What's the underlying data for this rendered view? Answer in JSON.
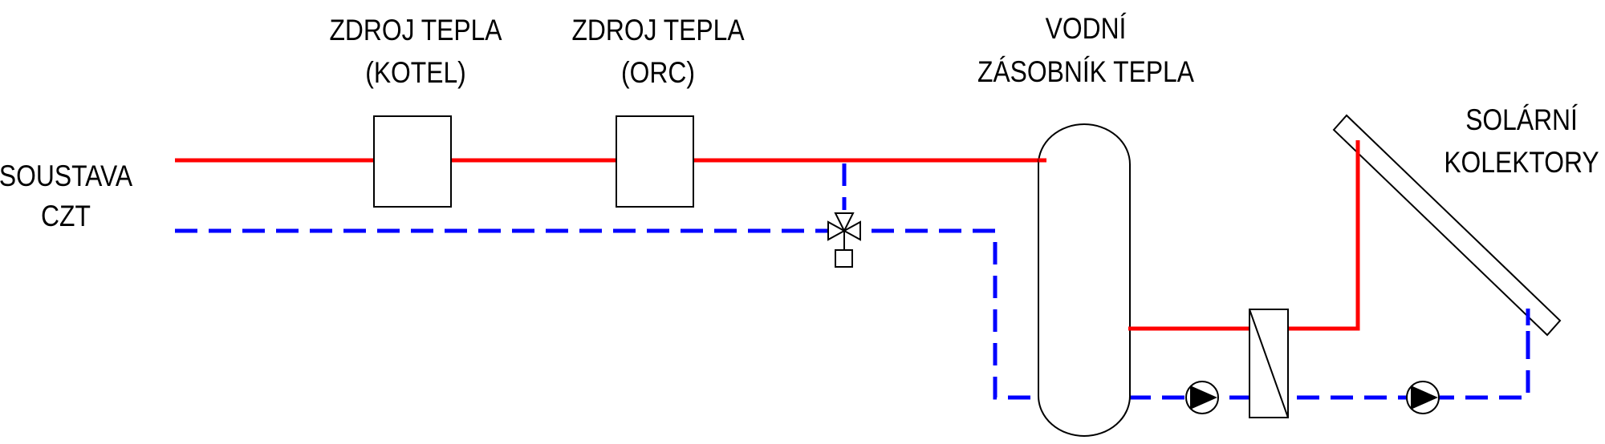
{
  "labels": {
    "district_heating": [
      "SOUSTAVA",
      "CZT"
    ],
    "boiler": [
      "ZDROJ TEPLA",
      "(KOTEL)"
    ],
    "orc": [
      "ZDROJ TEPLA",
      "(ORC)"
    ],
    "storage": [
      "VODNÍ",
      "ZÁSOBNÍK TEPLA"
    ],
    "solar": [
      "SOLÁRNÍ",
      "KOLEKTORY"
    ]
  },
  "colors": {
    "supply_line": "#ff0000",
    "return_line": "#0000ff",
    "outline": "#000000",
    "background": "#ffffff"
  },
  "line_styles": {
    "supply": "solid",
    "return": "dashed"
  },
  "symbols": [
    "heat-source-box",
    "three-way-valve",
    "storage-tank",
    "heat-exchanger",
    "pump",
    "solar-collector"
  ]
}
